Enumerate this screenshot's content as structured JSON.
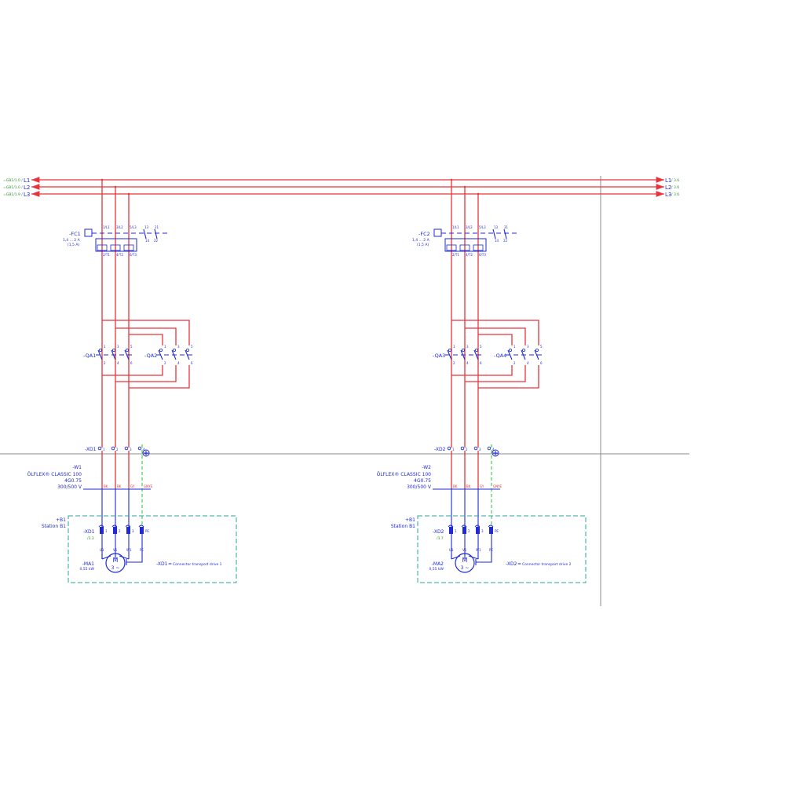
{
  "bus": {
    "left_refs": [
      "=GB1/1.0 /",
      "=GB1/1.0 /",
      "=GB1/1.9 /"
    ],
    "phases": [
      "L1",
      "L2",
      "L3"
    ],
    "right_refs": [
      "/ 3.6",
      "/ 3.6",
      "/ 3.6"
    ]
  },
  "drives": [
    {
      "fc": {
        "tag": "-FC1",
        "range": "1,4 ... 2 A",
        "setting": "(1,5 A)",
        "top_terms": [
          "1/L1",
          "3/L2",
          "5/L3",
          "13",
          "21"
        ],
        "bottom_terms": [
          "2/T1",
          "4/T2",
          "6/T3",
          "14",
          "22"
        ]
      },
      "qa_left": "-QA1",
      "qa_right": "-QA2",
      "qa_terms_top": [
        "1",
        "3",
        "5"
      ],
      "qa_terms_bottom": [
        "2",
        "4",
        "6"
      ],
      "xd": {
        "tag": "-XD1",
        "terms": [
          "1",
          "2",
          "3",
          "4"
        ]
      },
      "cable": {
        "tag": "-W1",
        "type": "ÖLFLEX® CLASSIC 100",
        "spec": "4G0.75",
        "voltage": "300/500 V",
        "cores": [
          "BK",
          "BK",
          "GY",
          "GNYE"
        ]
      },
      "station": {
        "tag": "+B1",
        "name": "Station B1"
      },
      "plug": {
        "tag": "-XD1",
        "ref": "/3.3",
        "pins": [
          "1",
          "2",
          "3",
          "PE"
        ]
      },
      "motor_terms": [
        "U1",
        "V1",
        "W1",
        "PE"
      ],
      "motor": {
        "tag": "-MA1",
        "rating": "0,55 kW",
        "symbol": "M",
        "phase": "3 ~"
      },
      "connector": {
        "tag": "-XD1",
        "eq": "=",
        "desc": "Connector transport drive 1"
      }
    },
    {
      "fc": {
        "tag": "-FC2",
        "range": "1,4 ... 2 A",
        "setting": "(1,5 A)",
        "top_terms": [
          "1/L1",
          "3/L2",
          "5/L3",
          "13",
          "21"
        ],
        "bottom_terms": [
          "2/T1",
          "4/T2",
          "6/T3",
          "14",
          "22"
        ]
      },
      "qa_left": "-QA3",
      "qa_right": "-QA4",
      "qa_terms_top": [
        "1",
        "3",
        "5"
      ],
      "qa_terms_bottom": [
        "2",
        "4",
        "6"
      ],
      "xd": {
        "tag": "-XD2",
        "terms": [
          "1",
          "2",
          "3",
          "4"
        ]
      },
      "cable": {
        "tag": "-W2",
        "type": "ÖLFLEX® CLASSIC 100",
        "spec": "4G0.75",
        "voltage": "300/500 V",
        "cores": [
          "BK",
          "BK",
          "GY",
          "GNYE"
        ]
      },
      "station": {
        "tag": "+B1",
        "name": "Station B1"
      },
      "plug": {
        "tag": "-XD2",
        "ref": "/3.7",
        "pins": [
          "1",
          "2",
          "3",
          "PE"
        ]
      },
      "motor_terms": [
        "U1",
        "V1",
        "W1",
        "PE"
      ],
      "motor": {
        "tag": "-MA2",
        "rating": "0,55 kW",
        "symbol": "M",
        "phase": "3 ~"
      },
      "connector": {
        "tag": "-XD2",
        "eq": "=",
        "desc": "Connector transport drive 2"
      }
    }
  ]
}
